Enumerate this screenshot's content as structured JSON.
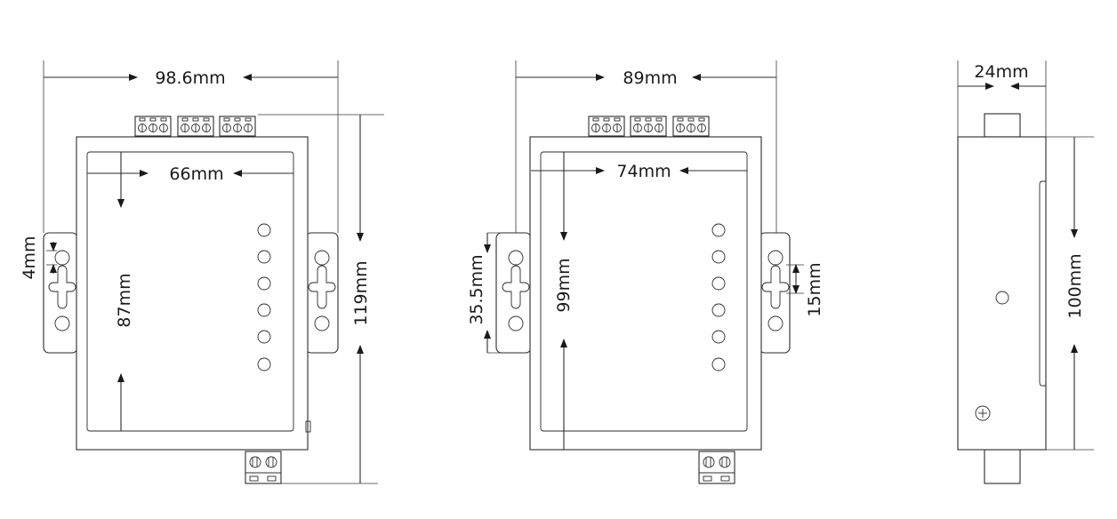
{
  "views": {
    "front": {
      "total_width": "98.6mm",
      "inner_width": "66mm",
      "inner_height": "87mm",
      "total_height": "119mm",
      "hole_offset": "4mm"
    },
    "back": {
      "total_width": "89mm",
      "inner_width": "74mm",
      "inner_height": "99mm",
      "hole_spacing": "35.5mm",
      "slot_length": "15mm"
    },
    "side": {
      "depth": "24mm",
      "height": "100mm"
    }
  }
}
